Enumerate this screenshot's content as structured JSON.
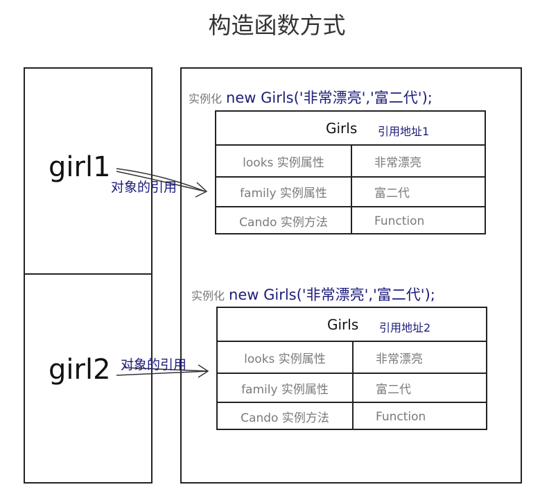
{
  "title": "构造函数方式",
  "variables": [
    {
      "name": "girl1",
      "ref_label": "对象的引用"
    },
    {
      "name": "girl2",
      "ref_label": "对象的引用"
    }
  ],
  "objects": [
    {
      "instantiate_label": "实例化",
      "instantiate_code": "new Girls('非常漂亮','富二代');",
      "class_name": "Girls",
      "address": "引用地址1",
      "rows": [
        {
          "key": "looks 实例属性",
          "value": "非常漂亮"
        },
        {
          "key": "family 实例属性",
          "value": "富二代"
        },
        {
          "key": "Cando 实例方法",
          "value": "Function"
        }
      ]
    },
    {
      "instantiate_label": "实例化",
      "instantiate_code": "new Girls('非常漂亮','富二代');",
      "class_name": "Girls",
      "address": "引用地址2",
      "rows": [
        {
          "key": "looks 实例属性",
          "value": "非常漂亮"
        },
        {
          "key": "family 实例属性",
          "value": "富二代"
        },
        {
          "key": "Cando 实例方法",
          "value": "Function"
        }
      ]
    }
  ]
}
